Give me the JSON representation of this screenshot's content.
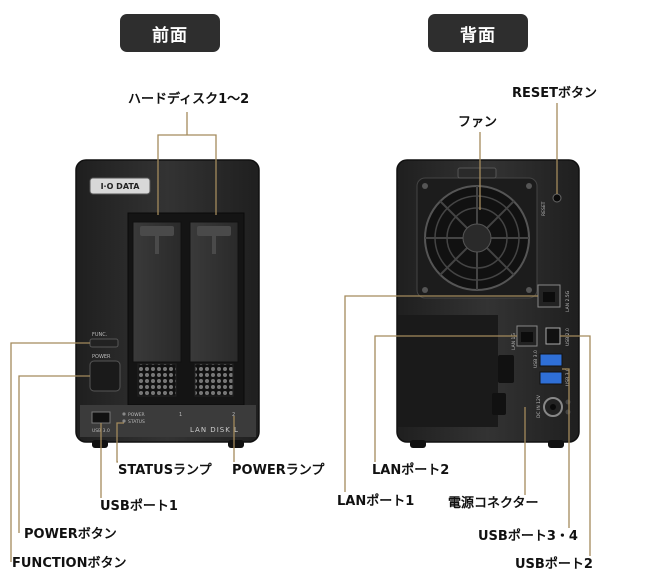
{
  "sections": {
    "front_title": "前面",
    "back_title": "背面"
  },
  "labels": {
    "hdd": "ハードディスク1〜2",
    "status_lamp": "STATUSランプ",
    "power_lamp": "POWERランプ",
    "usb_port1": "USBポート1",
    "power_button": "POWERボタン",
    "function_button": "FUNCTIONボタン",
    "reset_button": "RESETボタン",
    "fan": "ファン",
    "lan_port2": "LANポート2",
    "lan_port1": "LANポート1",
    "power_connector": "電源コネクター",
    "usb_port34": "USBポート3・4",
    "usb_port2": "USBポート2"
  },
  "device_print": {
    "brand": "I·O DATA",
    "func": "FUNC.",
    "power": "POWER",
    "power_led": "POWER",
    "status_led": "STATUS",
    "usb_front": "USB 3.0",
    "bay1": "1",
    "bay2": "2",
    "model": "LAN DISK L",
    "reset": "RESET",
    "lan_25g": "LAN 2.5G",
    "lan_1g": "LAN 1G",
    "usb_back_top": "USB 2.0",
    "usb_back_mid": "USB 3.0",
    "usb_back_bot": "USB 3.0",
    "dc_in": "DC IN 12V"
  },
  "colors": {
    "leader_line": "#a38a5c",
    "device_body": "#2a2a2a",
    "tag_bg": "#2e2e2e",
    "usb_blue": "#2f6fd6"
  }
}
